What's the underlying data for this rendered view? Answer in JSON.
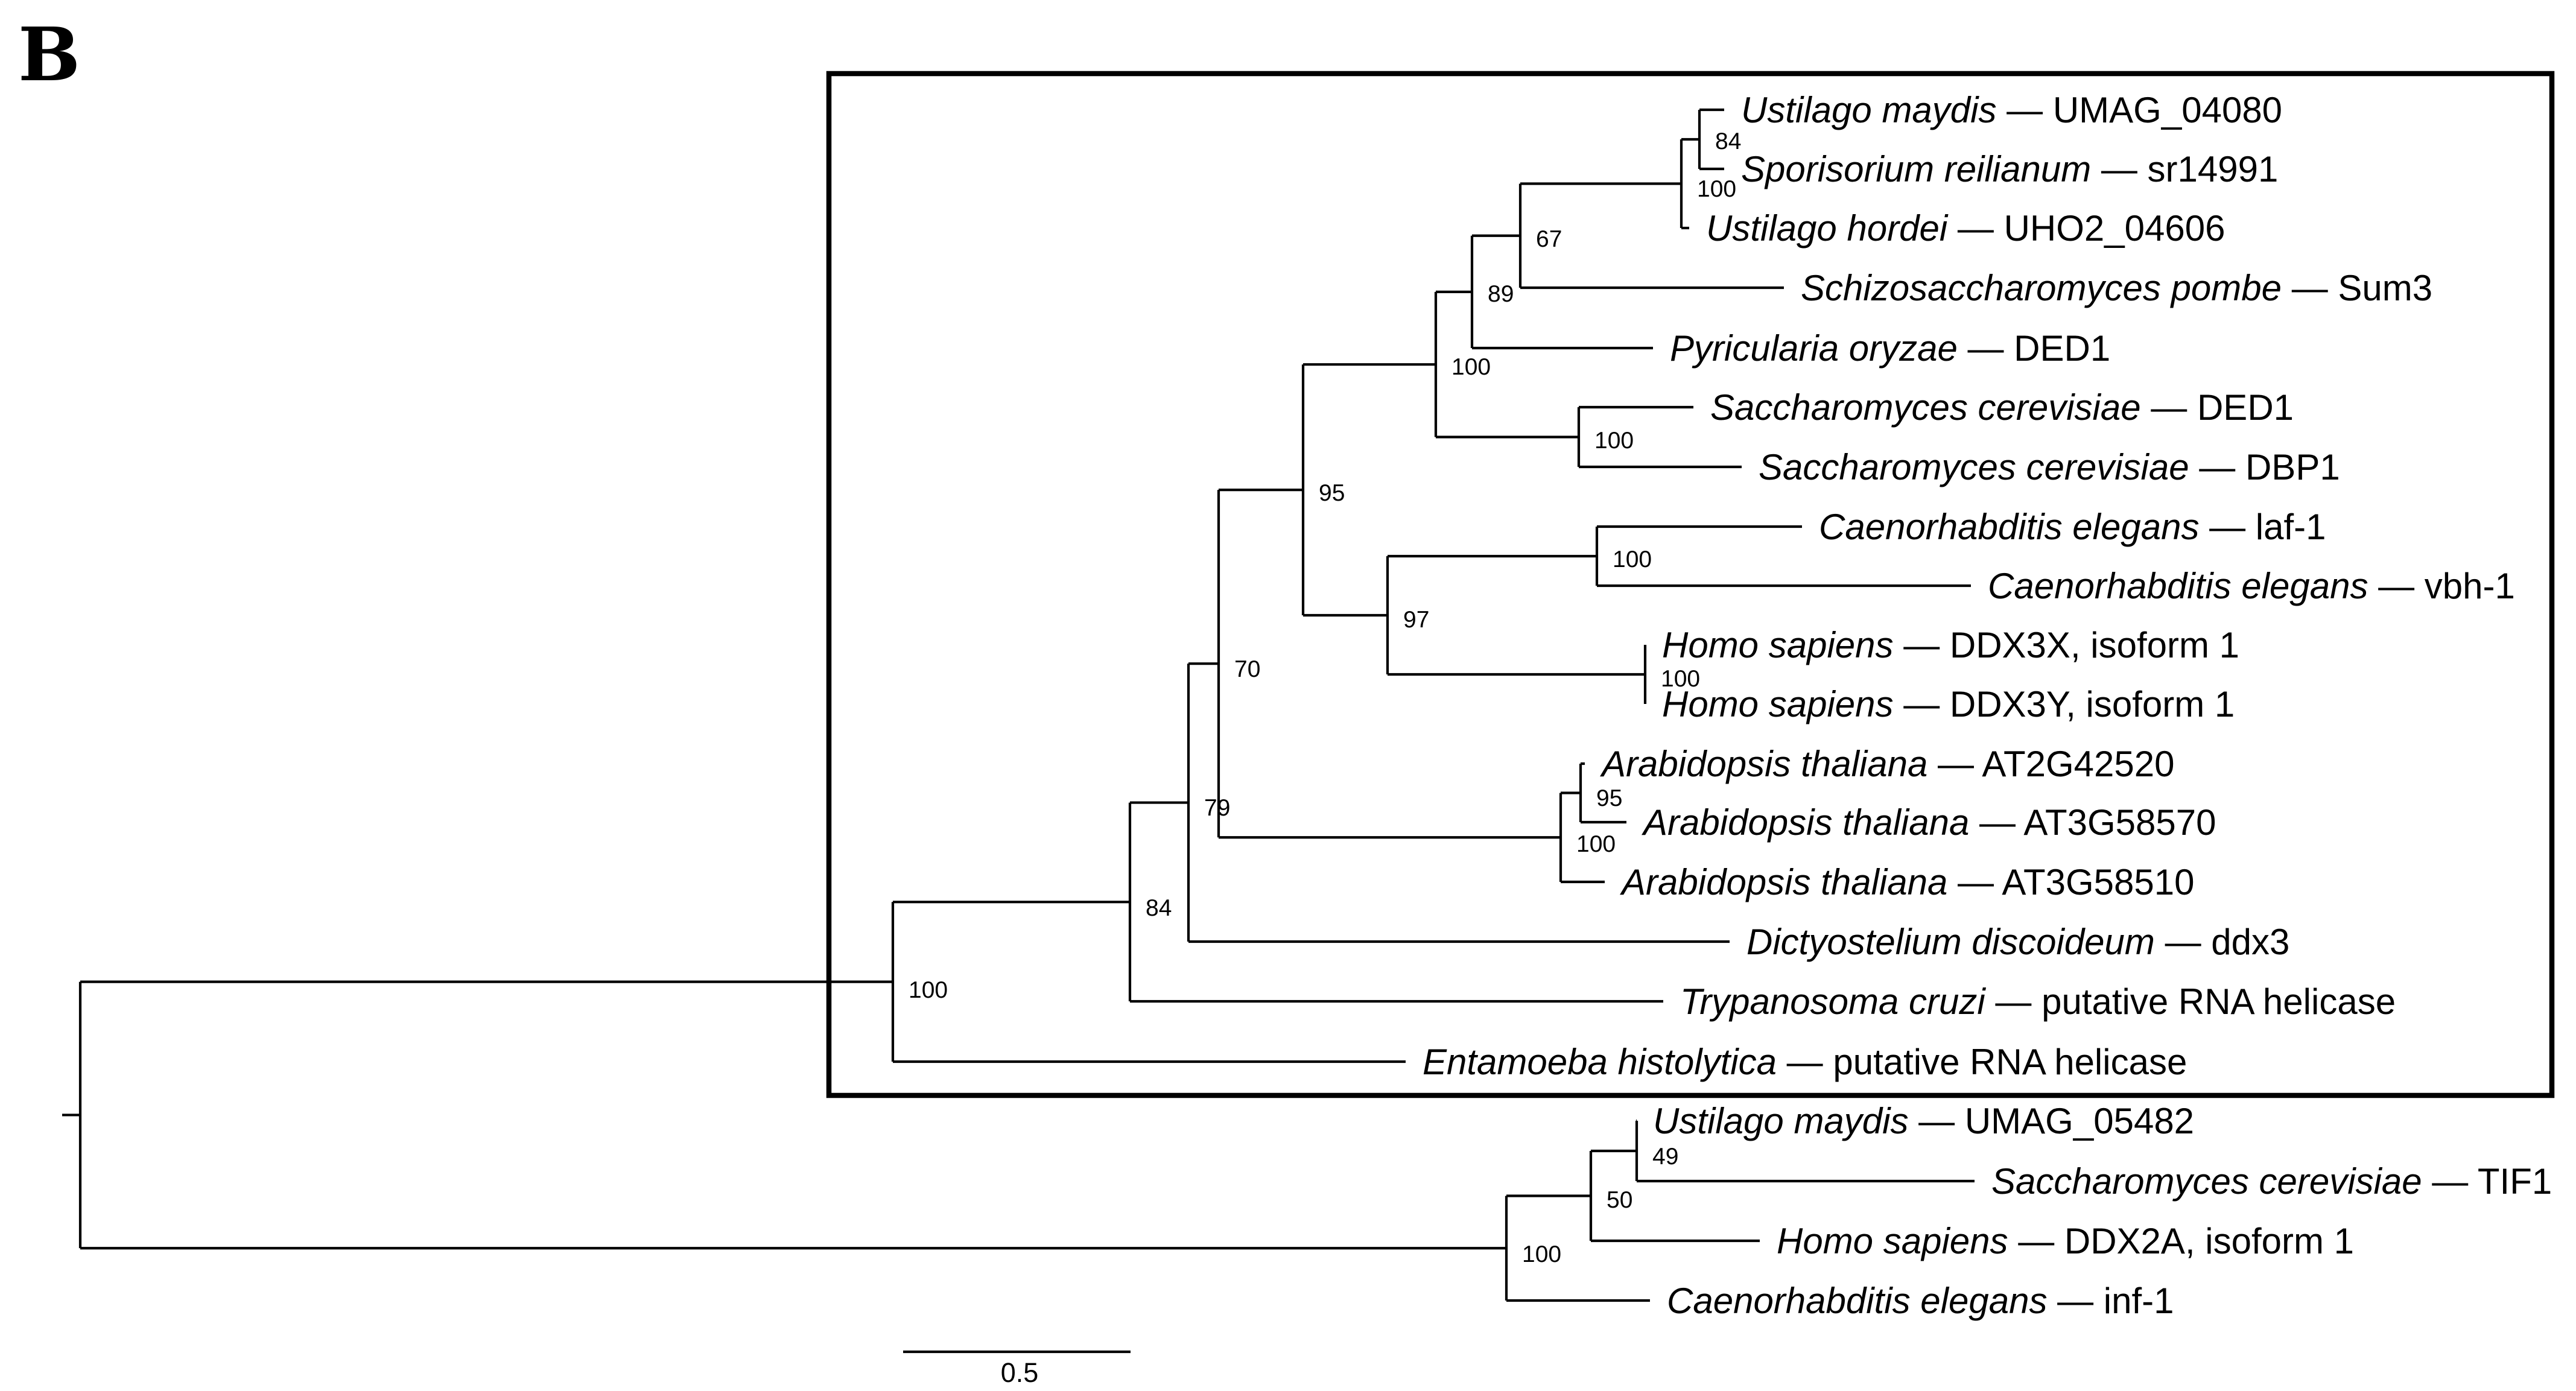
{
  "figure": {
    "panel_letter": "B",
    "scale_bar_label": "0.5"
  },
  "leaves": [
    {
      "id": "L1",
      "species": "Ustilago maydis",
      "gene": "UMAG_04080"
    },
    {
      "id": "L2",
      "species": "Sporisorium reilianum",
      "gene": "sr14991"
    },
    {
      "id": "L3",
      "species": "Ustilago hordei",
      "gene": "UHO2_04606"
    },
    {
      "id": "L4",
      "species": "Schizosaccharomyces pombe",
      "gene": "Sum3"
    },
    {
      "id": "L5",
      "species": "Pyricularia oryzae",
      "gene": "DED1"
    },
    {
      "id": "L6",
      "species": "Saccharomyces cerevisiae",
      "gene": "DED1"
    },
    {
      "id": "L7",
      "species": "Saccharomyces cerevisiae",
      "gene": "DBP1"
    },
    {
      "id": "L8",
      "species": "Caenorhabditis elegans",
      "gene": "laf-1"
    },
    {
      "id": "L9",
      "species": "Caenorhabditis elegans",
      "gene": "vbh-1"
    },
    {
      "id": "L10",
      "species": "Homo sapiens",
      "gene": "DDX3X, isoform 1"
    },
    {
      "id": "L11",
      "species": "Homo sapiens",
      "gene": "DDX3Y, isoform 1"
    },
    {
      "id": "L12",
      "species": "Arabidopsis thaliana",
      "gene": "AT2G42520"
    },
    {
      "id": "L13",
      "species": "Arabidopsis thaliana",
      "gene": "AT3G58570"
    },
    {
      "id": "L14",
      "species": "Arabidopsis thaliana",
      "gene": "AT3G58510"
    },
    {
      "id": "L15",
      "species": "Dictyostelium discoideum",
      "gene": "ddx3"
    },
    {
      "id": "L16",
      "species": "Trypanosoma cruzi",
      "gene": "putative RNA helicase"
    },
    {
      "id": "L17",
      "species": "Entamoeba histolytica",
      "gene": "putative RNA helicase"
    },
    {
      "id": "L18",
      "species": "Ustilago maydis",
      "gene": "UMAG_05482"
    },
    {
      "id": "L19",
      "species": "Saccharomyces cerevisiae",
      "gene": "TIF1"
    },
    {
      "id": "L20",
      "species": "Homo sapiens",
      "gene": "DDX2A, isoform 1"
    },
    {
      "id": "L21",
      "species": "Caenorhabditis elegans",
      "gene": "inf-1"
    }
  ],
  "supports": [
    {
      "id": "N_84a",
      "value": "84"
    },
    {
      "id": "N_100a",
      "value": "100"
    },
    {
      "id": "N_67",
      "value": "67"
    },
    {
      "id": "N_89",
      "value": "89"
    },
    {
      "id": "N_100b",
      "value": "100"
    },
    {
      "id": "N_100c",
      "value": "100"
    },
    {
      "id": "N_95a",
      "value": "95"
    },
    {
      "id": "N_100d",
      "value": "100"
    },
    {
      "id": "N_97",
      "value": "97"
    },
    {
      "id": "N_100e",
      "value": "100"
    },
    {
      "id": "N_70",
      "value": "70"
    },
    {
      "id": "N_95b",
      "value": "95"
    },
    {
      "id": "N_100f",
      "value": "100"
    },
    {
      "id": "N_79",
      "value": "79"
    },
    {
      "id": "N_84b",
      "value": "84"
    },
    {
      "id": "N_100g",
      "value": "100"
    },
    {
      "id": "N_49",
      "value": "49"
    },
    {
      "id": "N_50",
      "value": "50"
    },
    {
      "id": "N_100h",
      "value": "100"
    }
  ]
}
